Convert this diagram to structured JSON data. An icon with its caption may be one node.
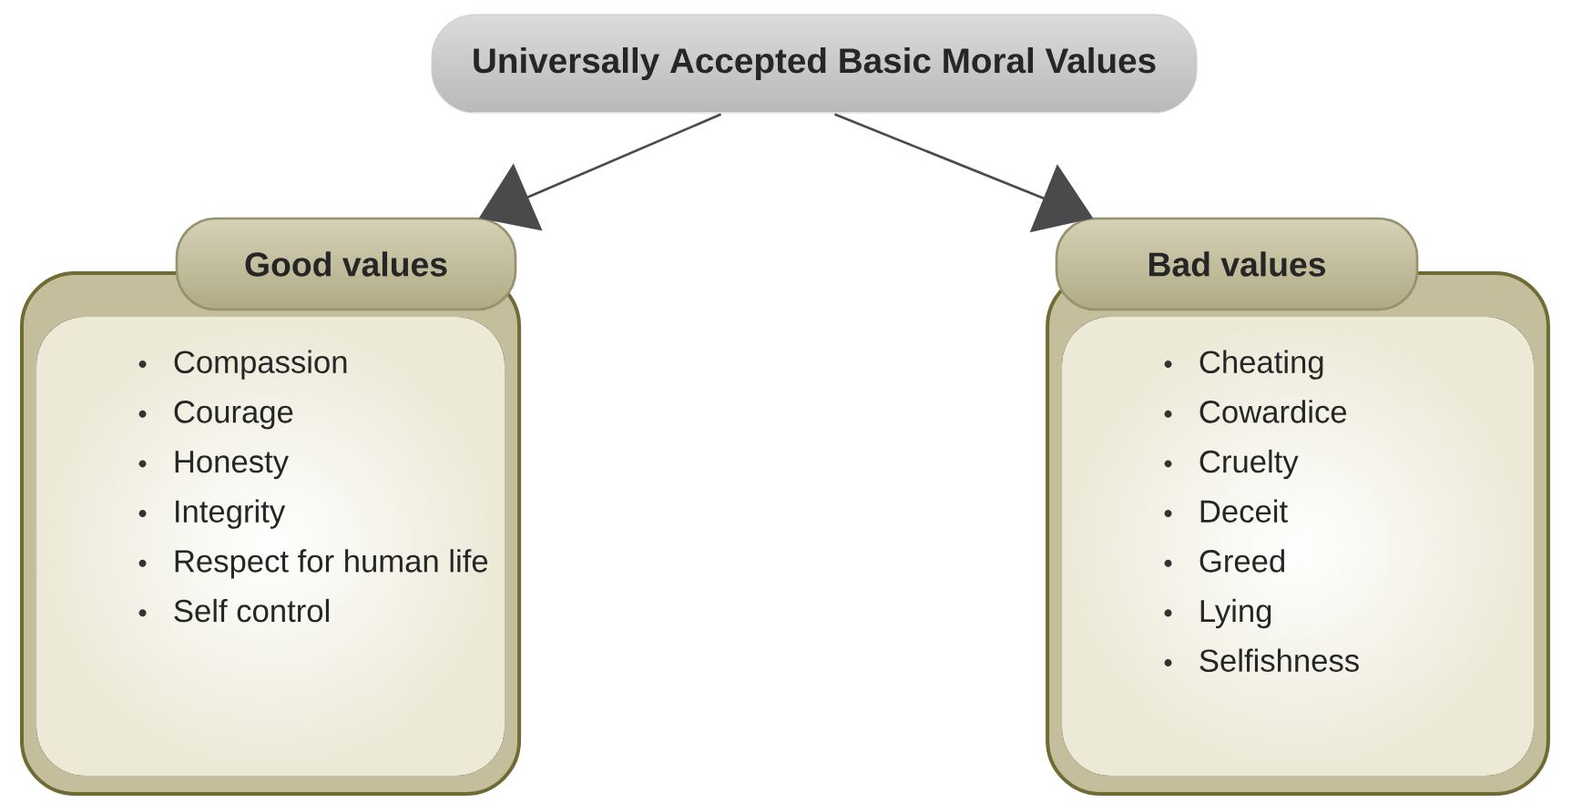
{
  "diagram": {
    "nodes": [
      {
        "text": [
          "Universally Accepted Basic Moral Values"
        ]
      },
      {
        "text": [
          "Good values",
          "Compassion",
          "Courage",
          "Honesty",
          "Integrity",
          "Respect for human life",
          "Self control"
        ]
      },
      {
        "text": [
          "Bad values",
          "Cheating",
          "Cowardice",
          "Cruelty",
          "Deceit",
          "Greed",
          "Lying",
          "Selfishness"
        ]
      }
    ],
    "edges": [
      {
        "from": 0,
        "to": 1,
        "arrow": "to"
      },
      {
        "from": 0,
        "to": 2,
        "arrow": "to"
      }
    ]
  }
}
